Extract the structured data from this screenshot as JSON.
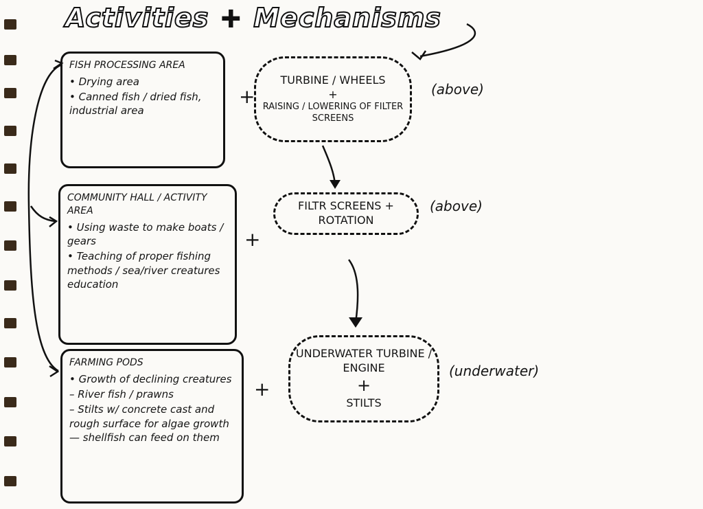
{
  "title": {
    "left": "Activities",
    "plus": "+",
    "right": "Mechanisms"
  },
  "activities": [
    {
      "heading": "Fish Processing Area",
      "items": [
        "• Drying area",
        "• Canned fish / dried fish, industrial area"
      ]
    },
    {
      "heading": "Community Hall / Activity Area",
      "items": [
        "• Using waste to make boats / gears",
        "• Teaching of proper fishing methods / sea/river creatures education"
      ]
    },
    {
      "heading": "Farming Pods",
      "items": [
        "• Growth of declining creatures",
        "– River fish / prawns",
        "– Stilts w/ concrete cast and rough surface for algae growth — shellfish can feed on them"
      ]
    }
  ],
  "mechanisms": [
    {
      "line1": "Turbine / Wheels",
      "plus": "+",
      "line2": "Raising / lowering of filter screens",
      "location": "(above)"
    },
    {
      "line1": "Filtr screens +",
      "plus": "",
      "line2": "rotation",
      "location": "(above)"
    },
    {
      "line1": "Underwater turbine / engine",
      "plus": "+",
      "line2": "Stilts",
      "location": "(underwater)"
    }
  ],
  "connector": "+"
}
